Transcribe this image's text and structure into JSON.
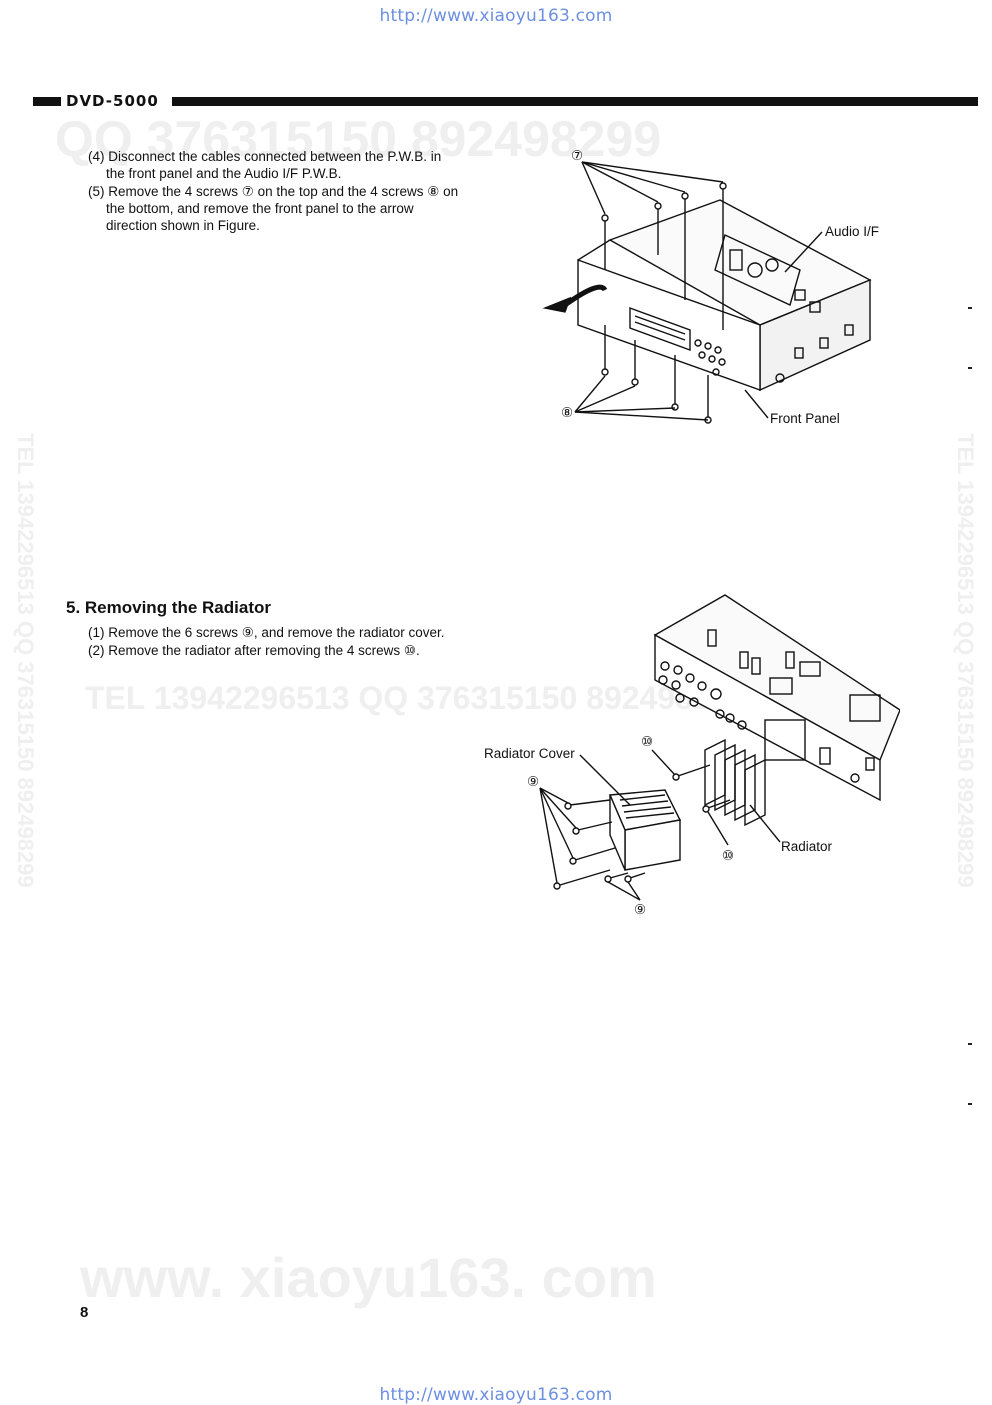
{
  "source_url_top": "http://www.xiaoyu163.com",
  "source_url_bottom": "http://www.xiaoyu163.com",
  "header": {
    "model": "DVD-5000"
  },
  "watermarks": {
    "qq_top": "QQ 376315150  892498299",
    "tel_middle": "TEL 13942296513     QQ 376315150  892498299",
    "side_left": "TEL 13942296513  QQ 376315150  892498299",
    "side_right": "TEL 13942296513  QQ 376315150  892498299",
    "bottom": "www. xiaoyu163. com"
  },
  "front_panel_steps": [
    {
      "lines": [
        "(4) Disconnect the cables connected between the P.W.B. in",
        "the front panel and the Audio I/F P.W.B."
      ]
    },
    {
      "lines": [
        "(5) Remove the 4 screws ⑦ on the top and the 4 screws ⑧ on",
        "the bottom, and remove the front panel to the arrow",
        "direction shown in Figure."
      ]
    }
  ],
  "figure1": {
    "label_audio_if": "Audio I/F",
    "label_front_panel": "Front Panel",
    "callout_top": "⑦",
    "callout_bottom": "⑧"
  },
  "section5": {
    "title": "5. Removing the Radiator",
    "steps": [
      "(1) Remove the 6 screws ⑨, and remove the radiator cover.",
      "(2) Remove the radiator after removing the 4 screws ⑩."
    ]
  },
  "figure2": {
    "label_radiator_cover": "Radiator Cover",
    "label_radiator": "Radiator",
    "callout_9": "⑨",
    "callout_10": "⑩"
  },
  "page_number": "8"
}
